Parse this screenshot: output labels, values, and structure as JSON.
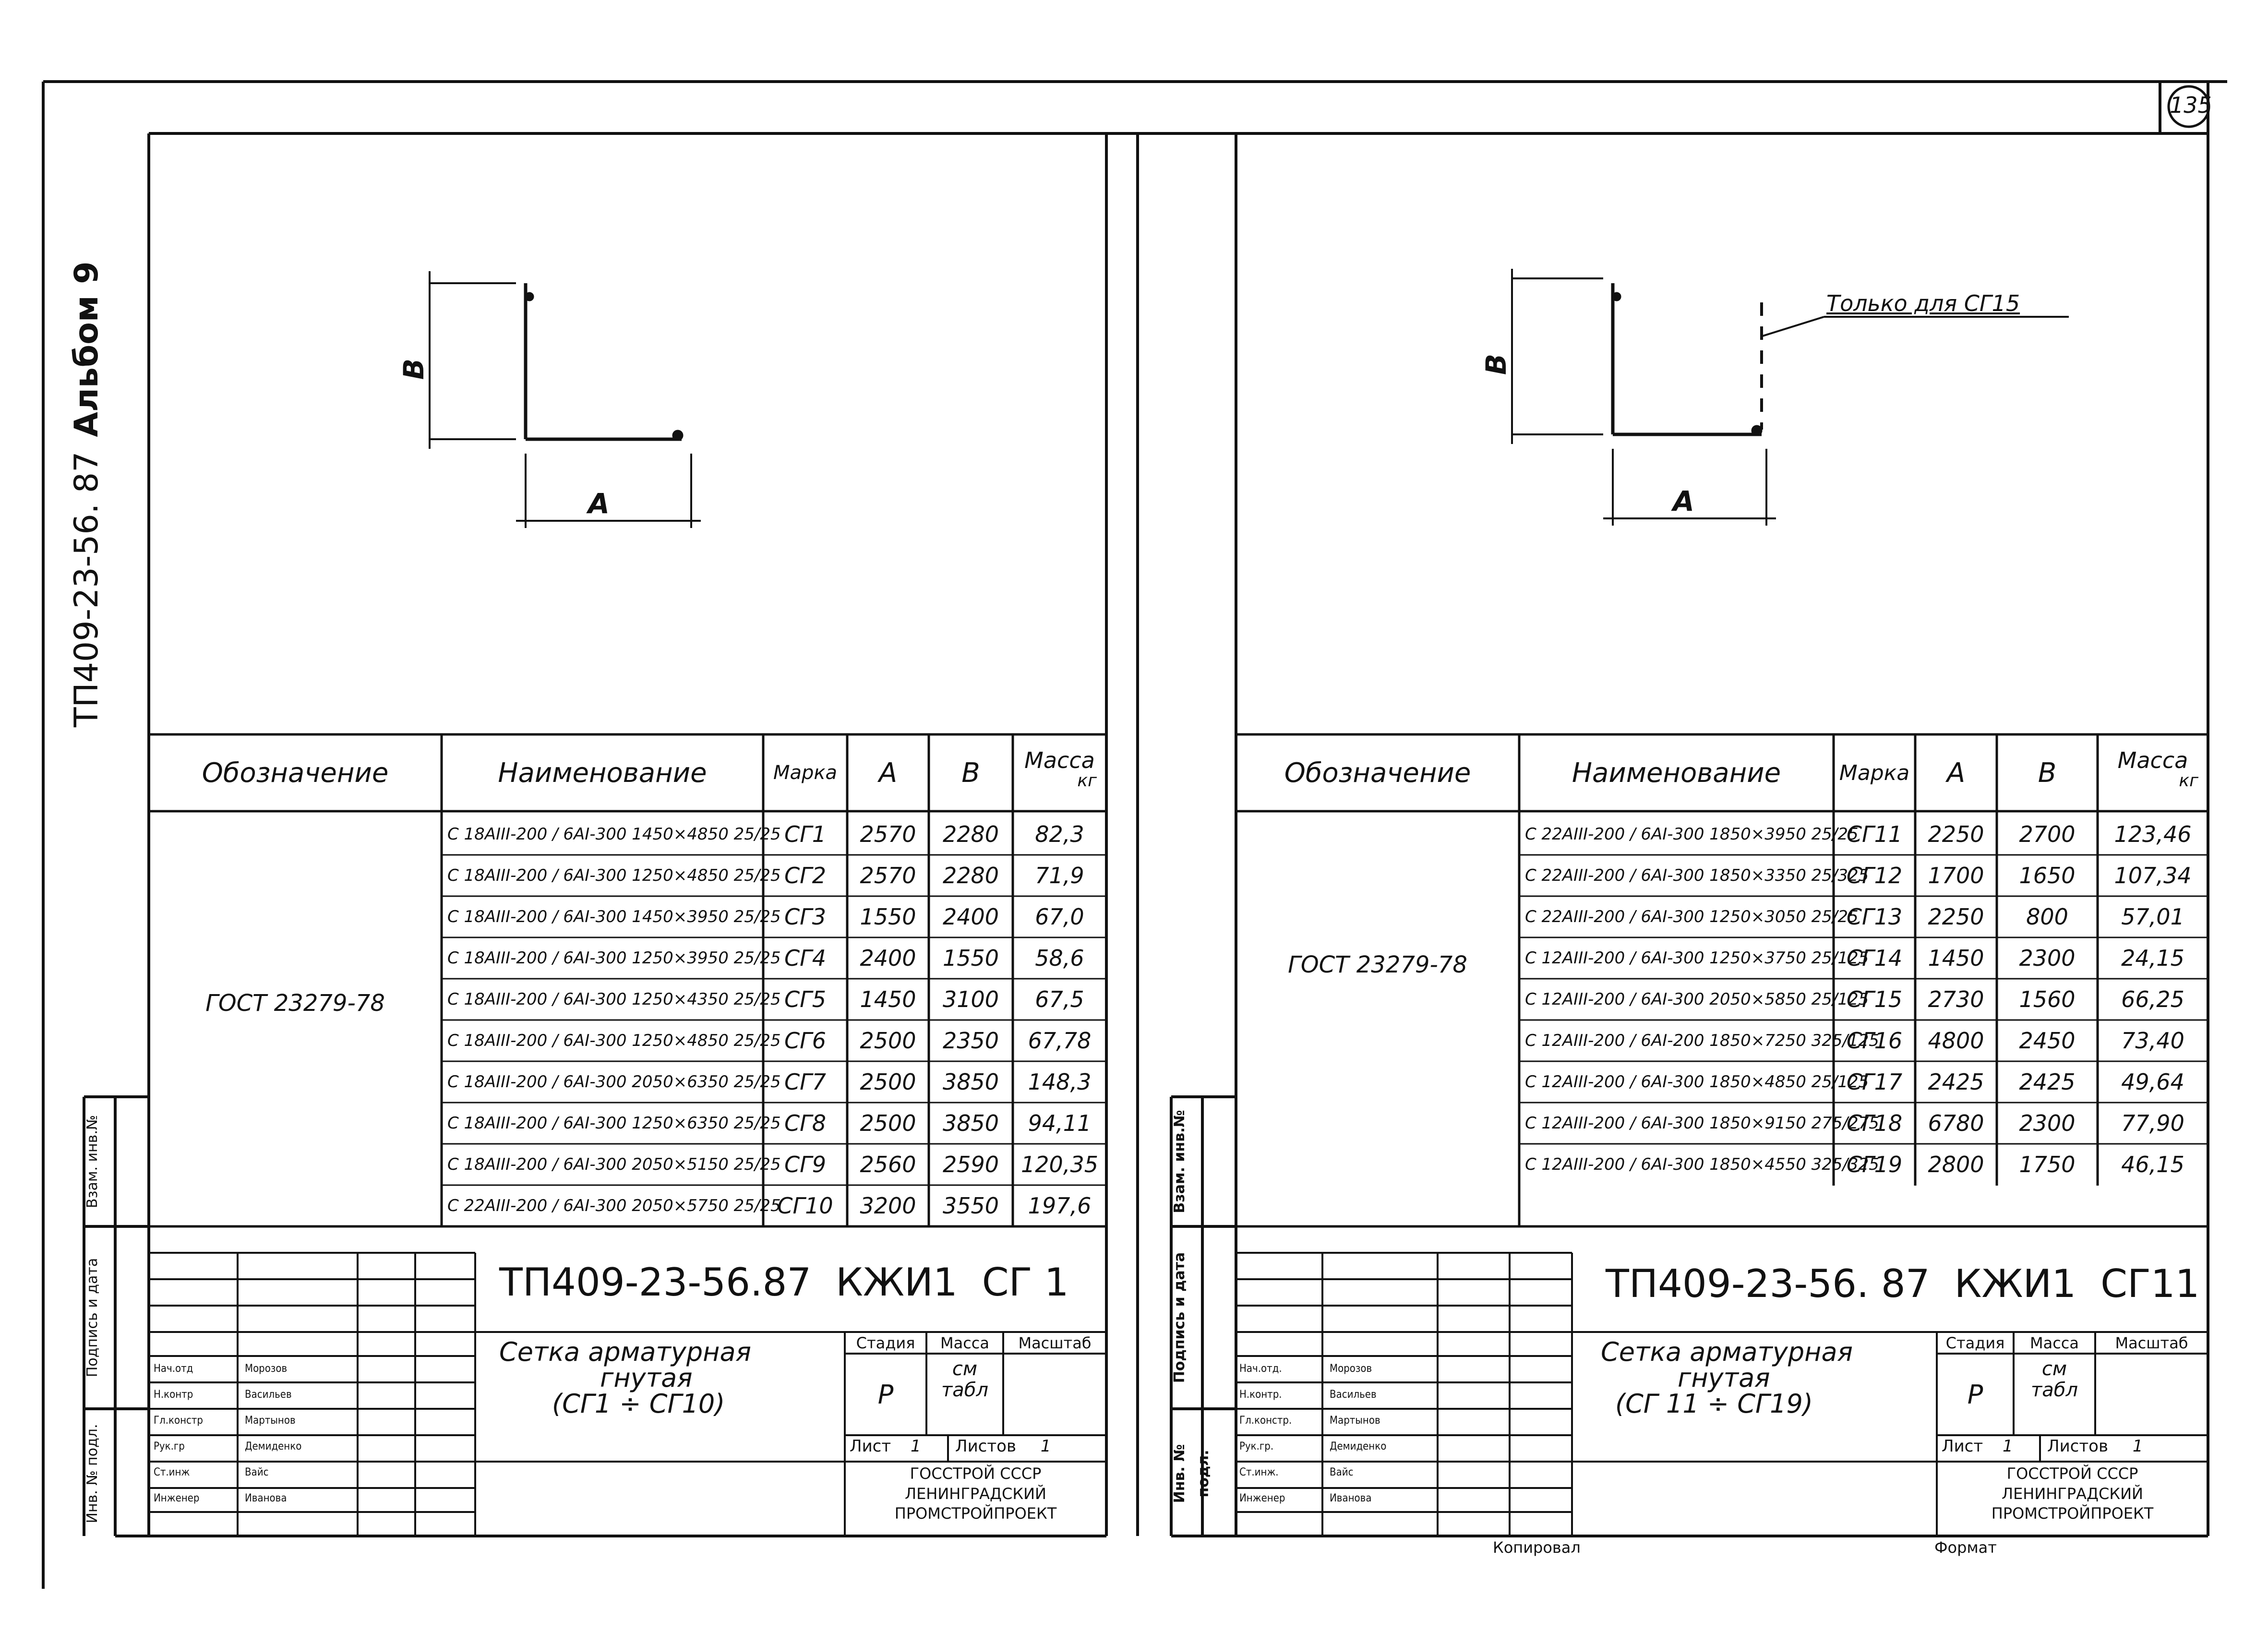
{
  "page_number": "135",
  "side_stamp": "ТП409-23-56. 87",
  "side_album": "Альбом 9",
  "footer": {
    "left": "Копировал",
    "right": "Формат"
  },
  "left_sheet": {
    "dims": {
      "a": "A",
      "b": "B"
    },
    "table": {
      "headers": {
        "designation": "Обозначение",
        "name": "Наименование",
        "mark": "Марка",
        "a": "A",
        "b": "B",
        "mass": "Масса",
        "mass_unit": "кг"
      },
      "designation": "ГОСТ 23279-78",
      "rows": [
        {
          "name": "C 18AIII-200 / 6AI-300  1450×4850  25/25",
          "mark": "СГ1",
          "a": "2570",
          "b": "2280",
          "mass": "82,3"
        },
        {
          "name": "C 18AIII-200 / 6AI-300  1250×4850  25/25",
          "mark": "СГ2",
          "a": "2570",
          "b": "2280",
          "mass": "71,9"
        },
        {
          "name": "C 18AIII-200 / 6AI-300  1450×3950  25/25",
          "mark": "СГ3",
          "a": "1550",
          "b": "2400",
          "mass": "67,0"
        },
        {
          "name": "C 18AIII-200 / 6AI-300  1250×3950  25/25",
          "mark": "СГ4",
          "a": "2400",
          "b": "1550",
          "mass": "58,6"
        },
        {
          "name": "C 18AIII-200 / 6AI-300  1250×4350  25/25",
          "mark": "СГ5",
          "a": "1450",
          "b": "3100",
          "mass": "67,5"
        },
        {
          "name": "C 18AIII-200 / 6AI-300  1250×4850  25/25",
          "mark": "СГ6",
          "a": "2500",
          "b": "2350",
          "mass": "67,78"
        },
        {
          "name": "C 18AIII-200 / 6AI-300  2050×6350  25/25",
          "mark": "СГ7",
          "a": "2500",
          "b": "3850",
          "mass": "148,3"
        },
        {
          "name": "C 18AIII-200 / 6AI-300  1250×6350  25/25",
          "mark": "СГ8",
          "a": "2500",
          "b": "3850",
          "mass": "94,11"
        },
        {
          "name": "C 18AIII-200 / 6AI-300  2050×5150  25/25",
          "mark": "СГ9",
          "a": "2560",
          "b": "2590",
          "mass": "120,35"
        },
        {
          "name": "C 22AIII-200 / 6AI-300  2050×5750  25/25",
          "mark": "СГ10",
          "a": "3200",
          "b": "3550",
          "mass": "197,6"
        }
      ]
    },
    "title_block": {
      "code": "ТП409-23-56.87  КЖИ1  СГ 1",
      "title_line1": "Сетка арматурная",
      "title_line2": "гнутая",
      "title_line3": "(СГ1 ÷ СГ10)",
      "stage_label": "Стадия",
      "mass_label": "Масса",
      "scale_label": "Масштаб",
      "stage": "Р",
      "mass_line1": "см",
      "mass_line2": "табл",
      "sheet_label": "Лист",
      "sheet": "1",
      "sheets_label": "Листов",
      "sheets": "1",
      "org1": "ГОССТРОЙ СССР",
      "org2": "ЛЕНИНГРАДСКИЙ",
      "org3": "ПРОМСТРОЙПРОЕКТ",
      "staff": [
        {
          "role": "Нач.отд",
          "name": "Морозов"
        },
        {
          "role": "Н.контр",
          "name": "Васильев"
        },
        {
          "role": "Гл.констр",
          "name": "Мартынов"
        },
        {
          "role": "Рук.гр",
          "name": "Демиденко"
        },
        {
          "role": "Ст.инж",
          "name": "Вайс"
        },
        {
          "role": "Инженер",
          "name": "Иванова"
        }
      ]
    },
    "side_labels": {
      "vzam": "Взам. инв.№",
      "podpis": "Подпись и дата",
      "inv": "Инв. № подл."
    }
  },
  "right_sheet": {
    "note": "Только для СГ15",
    "dims": {
      "a": "A",
      "b": "B"
    },
    "table": {
      "headers": {
        "designation": "Обозначение",
        "name": "Наименование",
        "mark": "Марка",
        "a": "A",
        "b": "B",
        "mass": "Масса",
        "mass_unit": "кг"
      },
      "designation": "ГОСТ 23279-78",
      "rows": [
        {
          "name": "C 22AIII-200 / 6AI-300  1850×3950  25/25",
          "mark": "СГ11",
          "a": "2250",
          "b": "2700",
          "mass": "123,46"
        },
        {
          "name": "C 22AIII-200 / 6AI-300  1850×3350  25/325",
          "mark": "СГ12",
          "a": "1700",
          "b": "1650",
          "mass": "107,34"
        },
        {
          "name": "C 22AIII-200 / 6AI-300  1250×3050  25/25",
          "mark": "СГ13",
          "a": "2250",
          "b": "800",
          "mass": "57,01"
        },
        {
          "name": "C 12AIII-200 / 6AI-300  1250×3750  25/125",
          "mark": "СГ14",
          "a": "1450",
          "b": "2300",
          "mass": "24,15"
        },
        {
          "name": "C 12AIII-200 / 6AI-300  2050×5850  25/125",
          "mark": "СГ15",
          "a": "2730",
          "b": "1560",
          "mass": "66,25"
        },
        {
          "name": "C 12AIII-200 / 6AI-200  1850×7250  325/125",
          "mark": "СГ16",
          "a": "4800",
          "b": "2450",
          "mass": "73,40"
        },
        {
          "name": "C 12AIII-200 / 6AI-300  1850×4850  25/125",
          "mark": "СГ17",
          "a": "2425",
          "b": "2425",
          "mass": "49,64"
        },
        {
          "name": "C 12AIII-200 / 6AI-300  1850×9150  275/275",
          "mark": "СГ18",
          "a": "6780",
          "b": "2300",
          "mass": "77,90"
        },
        {
          "name": "C 12AIII-200 / 6AI-300  1850×4550  325/325",
          "mark": "СГ19",
          "a": "2800",
          "b": "1750",
          "mass": "46,15"
        }
      ]
    },
    "title_block": {
      "code": "ТП409-23-56. 87  КЖИ1  СГ11",
      "title_line1": "Сетка арматурная",
      "title_line2": "гнутая",
      "title_line3": "(СГ 11 ÷ СГ19)",
      "stage_label": "Стадия",
      "mass_label": "Масса",
      "scale_label": "Масштаб",
      "stage": "Р",
      "mass_line1": "см",
      "mass_line2": "табл",
      "sheet_label": "Лист",
      "sheet": "1",
      "sheets_label": "Листов",
      "sheets": "1",
      "org1": "ГОССТРОЙ СССР",
      "org2": "ЛЕНИНГРАДСКИЙ",
      "org3": "ПРОМСТРОЙПРОЕКТ",
      "staff": [
        {
          "role": "Нач.отд.",
          "name": "Морозов"
        },
        {
          "role": "Н.контр.",
          "name": "Васильев"
        },
        {
          "role": "Гл.констр.",
          "name": "Мартынов"
        },
        {
          "role": "Рук.гр.",
          "name": "Демиденко"
        },
        {
          "role": "Ст.инж.",
          "name": "Вайс"
        },
        {
          "role": "Инженер",
          "name": "Иванова"
        }
      ]
    },
    "side_labels": {
      "vzam": "Взам. инв.№",
      "podpis": "Подпись и дата",
      "inv": "Инв. № подл."
    }
  }
}
